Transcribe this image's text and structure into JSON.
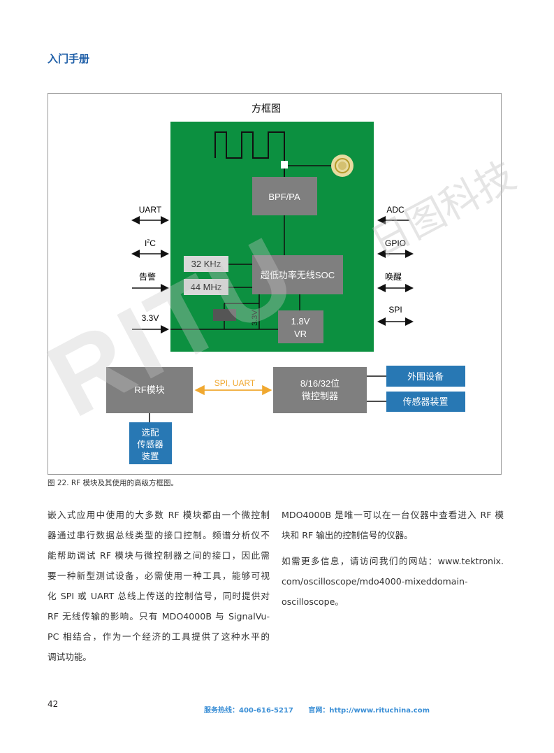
{
  "header": {
    "title": "入门手册"
  },
  "figure": {
    "title": "方框图",
    "bpf": "BPF/PA",
    "soc": "超低功率无线SOC",
    "clk1": "32 KHz",
    "clk2": "44 MHz",
    "vr_line1": "1.8V",
    "vr_line2": "VR",
    "rail_label": "3.3V",
    "left": {
      "uart": "UART",
      "i2c": "I",
      "i2c_sup": "2",
      "i2c_c": "C",
      "alarm": "告警",
      "v33": "3.3V"
    },
    "right": {
      "adc": "ADC",
      "gpio": "GPIO",
      "wake": "唤醒",
      "spi": "SPI"
    },
    "rf_module": "RF模块",
    "bus_label": "SPI, UART",
    "mcu_line1": "8/16/32位",
    "mcu_line2": "微控制器",
    "peripheral": "外围设备",
    "sensor_device": "传感器装置",
    "opt_line1": "选配",
    "opt_line2": "传感器",
    "opt_line3": "装置",
    "colors": {
      "board": "#0c9040",
      "block": "#7f7f7f",
      "blue": "#2878b4",
      "orange": "#f0a830"
    }
  },
  "caption": "图 22. RF 模块及其使用的高级方框图。",
  "body": {
    "left_lines": [
      "嵌入式应用中使用的大多数 RF 模块都由一个微控制",
      "器通过串行数据总线类型的接口控制。频谱分析仪不",
      "能帮助调试 RF 模块与微控制器之间的接口，因此需",
      "要一种新型测试设备，必需使用一种工具，能够可视",
      "化 SPI 或 UART 总线上传送的控制信号，同时提供对",
      "RF 无线传输的影响。只有 MDO4000B 与 SignalVu-",
      "PC 相结合，作为一个经济的工具提供了这种水平的",
      "调试功能。"
    ],
    "right_p1": [
      "MDO4000B 是唯一可以在一台仪器中查看进入 RF 模",
      "块和 RF 输出的控制信号的仪器。"
    ],
    "right_p2": [
      "如需更多信息，请访问我们的网站：www.tektronix.",
      "com/oscilloscope/mdo4000-mixeddomain-",
      "oscilloscope。"
    ]
  },
  "footer": {
    "page": "42",
    "hotline": "服务热线：400-616-5217",
    "site": "官网：http://www.rituchina.com"
  },
  "watermark": {
    "logo": "RITU",
    "text": "日图科技"
  }
}
